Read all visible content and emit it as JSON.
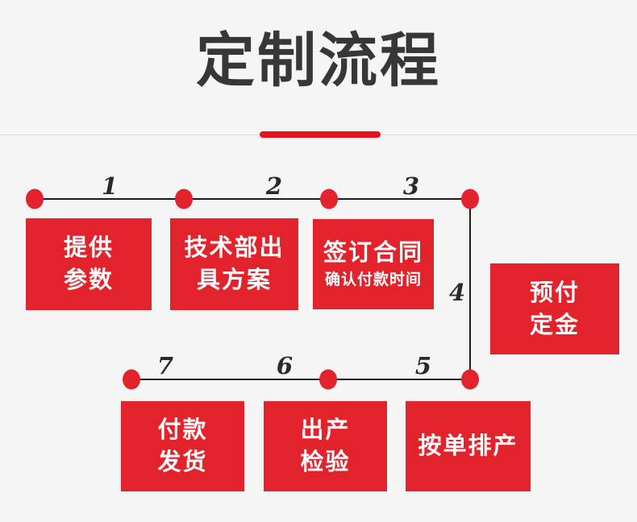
{
  "colors": {
    "background": "#f5f5f5",
    "box_red": "#e2232c",
    "underline_red": "#e8111e",
    "title_text": "#373737",
    "box_text": "#ffffff",
    "connector_line": "#1c1c1c",
    "divider_line": "#dcdcdc",
    "number_text": "#2a2a2a"
  },
  "header": {
    "title": "定制流程"
  },
  "flow": {
    "step_numbers": [
      "1",
      "2",
      "3",
      "4",
      "5",
      "6",
      "7"
    ],
    "boxes": [
      {
        "id": "provide-parameters",
        "lines": [
          "提供",
          "参数"
        ]
      },
      {
        "id": "tech-dept-plan",
        "lines": [
          "技术部出",
          "具方案"
        ]
      },
      {
        "id": "sign-contract",
        "lines": [
          "签订合同",
          "确认付款时间"
        ]
      },
      {
        "id": "prepay-deposit",
        "lines": [
          "预付",
          "定金"
        ]
      },
      {
        "id": "schedule-production",
        "lines": [
          "按单排产"
        ]
      },
      {
        "id": "production-inspection",
        "lines": [
          "出产",
          "检验"
        ]
      },
      {
        "id": "payment-shipping",
        "lines": [
          "付款",
          "发货"
        ]
      }
    ]
  }
}
